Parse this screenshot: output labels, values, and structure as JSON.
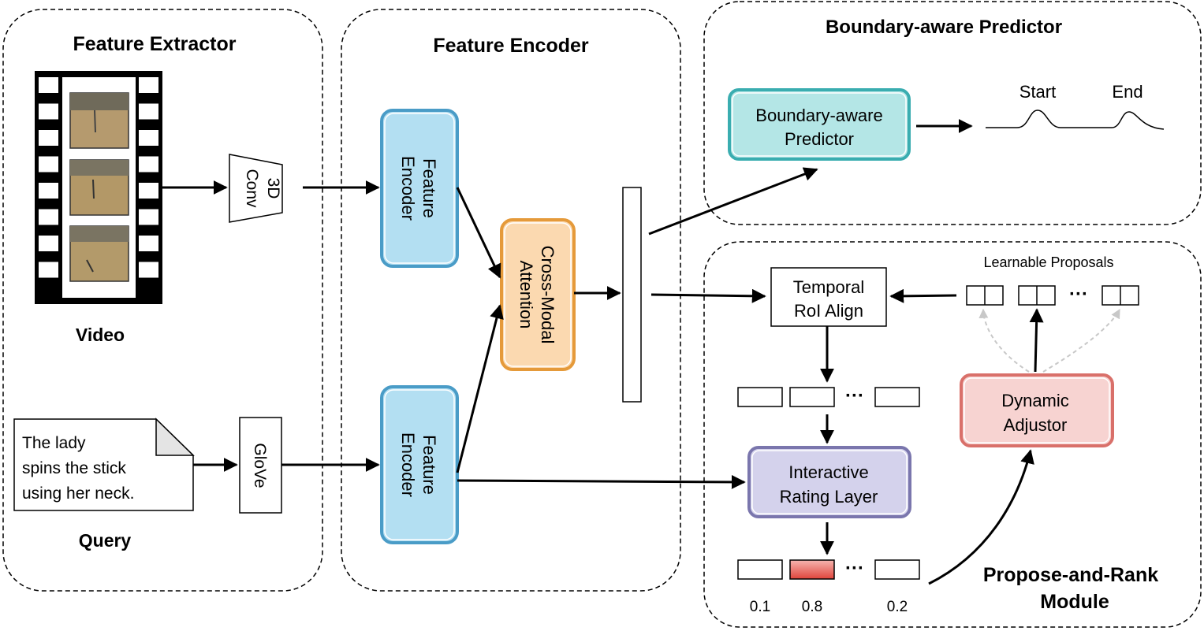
{
  "sections": {
    "extractor": "Feature Extractor",
    "encoder": "Feature Encoder",
    "predictor": "Boundary-aware Predictor",
    "propose_rank_line1": "Propose-and-Rank",
    "propose_rank_line2": "Module"
  },
  "extractor": {
    "video_label": "Video",
    "query_label": "Query",
    "conv_line1": "3D",
    "conv_line2": "Conv",
    "query_text": [
      "The lady",
      "spins the stick",
      "using her neck."
    ],
    "glove": "GloVe"
  },
  "encoder": {
    "feature_encoder_line1": "Feature",
    "feature_encoder_line2": "Encoder",
    "cross_modal_line1": "Cross-Modal",
    "cross_modal_line2": "Attention"
  },
  "predictor": {
    "box_line1": "Boundary-aware",
    "box_line2": "Predictor",
    "start": "Start",
    "end": "End"
  },
  "propose_rank": {
    "learnable_proposals": "Learnable Proposals",
    "temporal_line1": "Temporal",
    "temporal_line2": "RoI Align",
    "interactive_line1": "Interactive",
    "interactive_line2": "Rating Layer",
    "dynamic_line1": "Dynamic",
    "dynamic_line2": "Adjustor",
    "ellipsis": "···",
    "scores": [
      "0.1",
      "0.8",
      "0.2"
    ]
  },
  "colors": {
    "encoder_fill": "#b3dff2",
    "encoder_border": "#4a9cc7",
    "attention_fill": "#fbd9b0",
    "attention_border": "#e59a3a",
    "predictor_fill": "#b4e6e6",
    "predictor_border": "#3aadb0",
    "interactive_fill": "#d4d2ec",
    "interactive_border": "#7a76ad",
    "adjustor_fill": "#f7d3d1",
    "adjustor_border": "#d9706a",
    "selected_score": "#e35a52"
  }
}
